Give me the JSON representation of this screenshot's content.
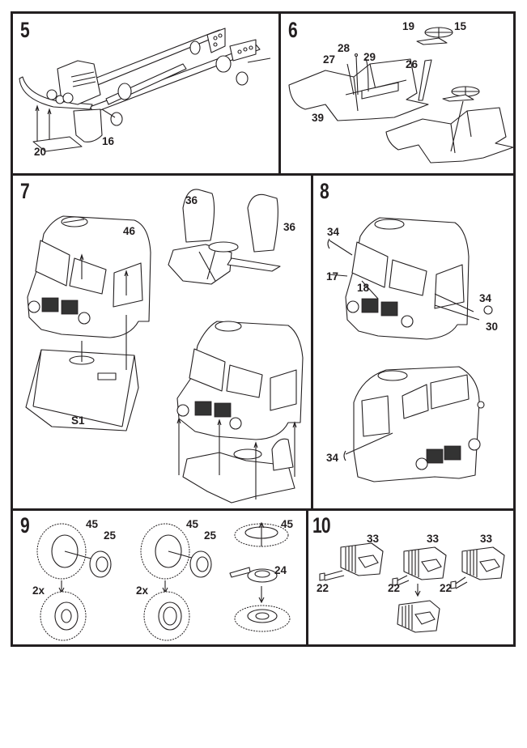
{
  "document": {
    "type": "model kit assembly instructions",
    "colors": {
      "line": "#231f20",
      "background": "#ffffff"
    }
  },
  "steps": [
    {
      "number": "5",
      "description": "chassis frame with engine",
      "parts": [
        "20",
        "16"
      ]
    },
    {
      "number": "6",
      "description": "cab floor with levers and steering column",
      "parts": [
        "19",
        "15",
        "28",
        "27",
        "29",
        "26",
        "39"
      ]
    },
    {
      "number": "7",
      "description": "cab body assembly with seats",
      "parts": [
        "46",
        "36",
        "36",
        "S1"
      ]
    },
    {
      "number": "8",
      "description": "cab details: mirrors, wipers, lamp",
      "parts": [
        "34",
        "17",
        "18",
        "34",
        "30",
        "34"
      ]
    },
    {
      "number": "9",
      "description": "wheels and spare wheel",
      "parts": [
        "45",
        "25",
        "2x",
        "45",
        "25",
        "2x",
        "45",
        "24"
      ]
    },
    {
      "number": "10",
      "description": "leaf springs",
      "parts": [
        "33",
        "22",
        "33",
        "22",
        "33",
        "22"
      ]
    }
  ],
  "labels": {
    "s5": {
      "p20": "20",
      "p16": "16"
    },
    "s6": {
      "p19": "19",
      "p15": "15",
      "p28": "28",
      "p27": "27",
      "p29": "29",
      "p26": "26",
      "p39": "39"
    },
    "s7": {
      "p46": "46",
      "p36a": "36",
      "p36b": "36",
      "pS1": "S1"
    },
    "s8": {
      "p34a": "34",
      "p17": "17",
      "p18": "18",
      "p34b": "34",
      "p30": "30",
      "p34c": "34"
    },
    "s9": {
      "p45a": "45",
      "p25a": "25",
      "x2a": "2x",
      "p45b": "45",
      "p25b": "25",
      "x2b": "2x",
      "p45c": "45",
      "p24": "24"
    },
    "s10": {
      "p33a": "33",
      "p22a": "22",
      "p33b": "33",
      "p22b": "22",
      "p33c": "33",
      "p22c": "22"
    }
  }
}
